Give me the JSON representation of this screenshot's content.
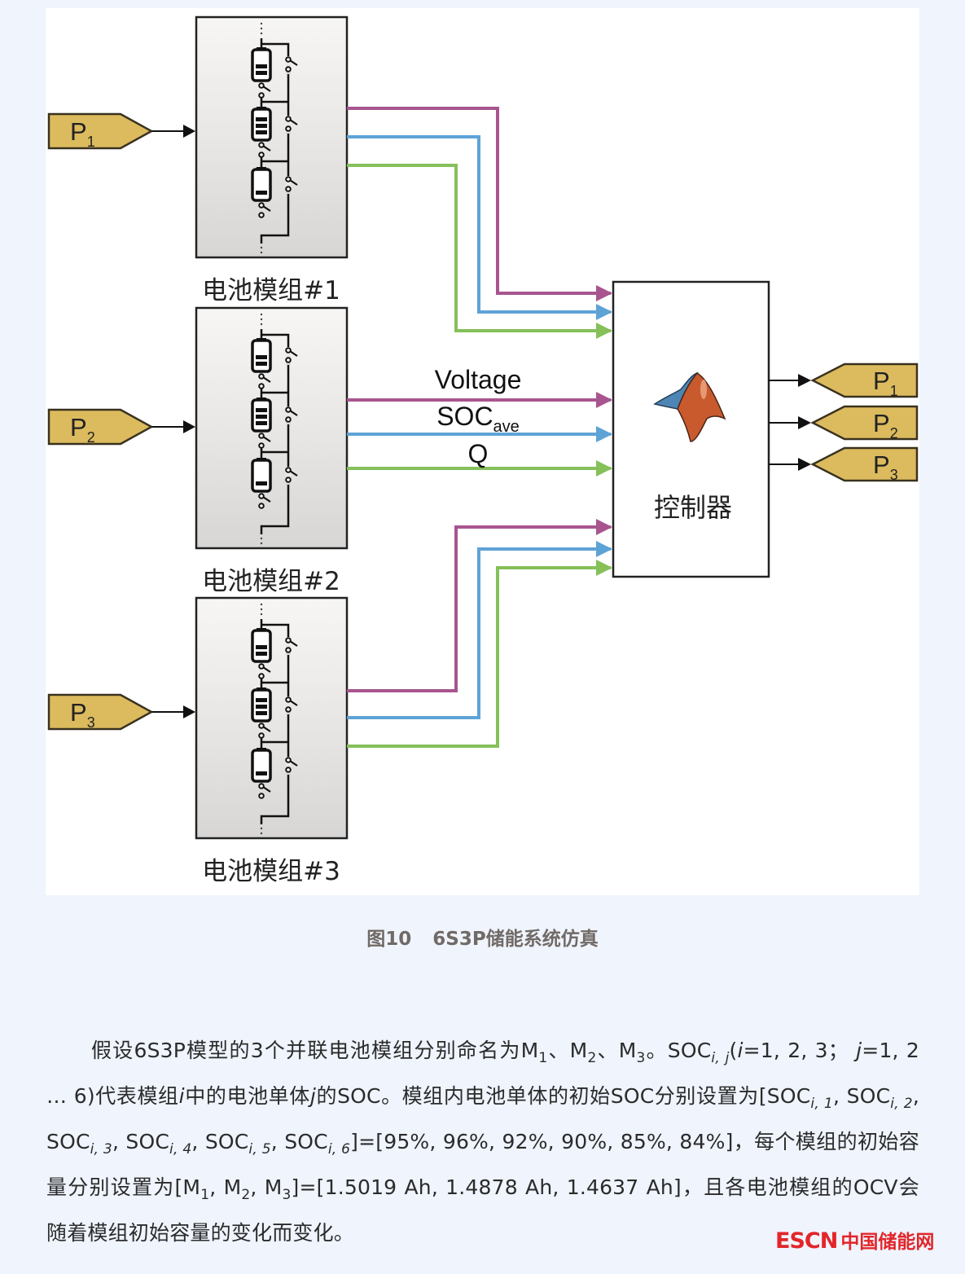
{
  "figure": {
    "modules": [
      {
        "label": "电池模组#1",
        "input": {
          "name": "P",
          "sub": "1"
        }
      },
      {
        "label": "电池模组#2",
        "input": {
          "name": "P",
          "sub": "2"
        }
      },
      {
        "label": "电池模组#3",
        "input": {
          "name": "P",
          "sub": "3"
        }
      }
    ],
    "signals": {
      "voltage": "Voltage",
      "soc": "SOC",
      "soc_sub": "ave",
      "q": "Q"
    },
    "controller": {
      "label": "控制器",
      "icon": "matlab-logo-icon",
      "outputs": [
        {
          "name": "P",
          "sub": "1"
        },
        {
          "name": "P",
          "sub": "2"
        },
        {
          "name": "P",
          "sub": "3"
        }
      ]
    },
    "colors": {
      "voltage": "#a8558f",
      "soc": "#5ea3d6",
      "q": "#85c059",
      "tag_fill": "#dcbb5e",
      "tag_stroke": "#3a3220"
    }
  },
  "caption": {
    "number": "图10",
    "title": "6S3P储能系统仿真"
  },
  "paragraph": {
    "s1": "假设6S3P模型的3个并联电池模组分别命名为M",
    "m1": "1",
    "s2": "、M",
    "m2": "2",
    "s3": "、M",
    "m3": "3",
    "s4": "。SOC",
    "sub_ij": "i, j",
    "s5": "(",
    "i": "i",
    "s6": "=1, 2, 3；",
    "j": "j",
    "s7": "=1, 2 … 6)代表模组",
    "i2": "i",
    "s8": "中的电池单体",
    "j2": "j",
    "s9": "的SOC。模组内电池单体的初始SOC分别设置为[SOC",
    "sub1": "i, 1",
    "c1": ", SOC",
    "sub2": "i, 2",
    "c2": ", SOC",
    "sub3": "i, 3",
    "c3": ", SOC",
    "sub4": "i, 4",
    "c4": ", SOC",
    "sub5": "i, 5",
    "c5": ", SOC",
    "sub6": "i, 6",
    "s10": "]=[95%, 96%, 92%, 90%, 85%, 84%]，每个模组的初始容量分别设置为[M",
    "n1": "1",
    "s11": ", M",
    "n2": "2",
    "s12": ", M",
    "n3": "3",
    "s13": "]=[1.5019 Ah, 1.4878 Ah, 1.4637 Ah]，且各电池模组的OCV会随着模组初始容量的变化而变化。"
  },
  "initial_soc_percent": [
    95,
    96,
    92,
    90,
    85,
    84
  ],
  "module_capacity_ah": [
    1.5019,
    1.4878,
    1.4637
  ],
  "watermark": {
    "brand": "ESCN",
    "name": "中国储能网"
  }
}
